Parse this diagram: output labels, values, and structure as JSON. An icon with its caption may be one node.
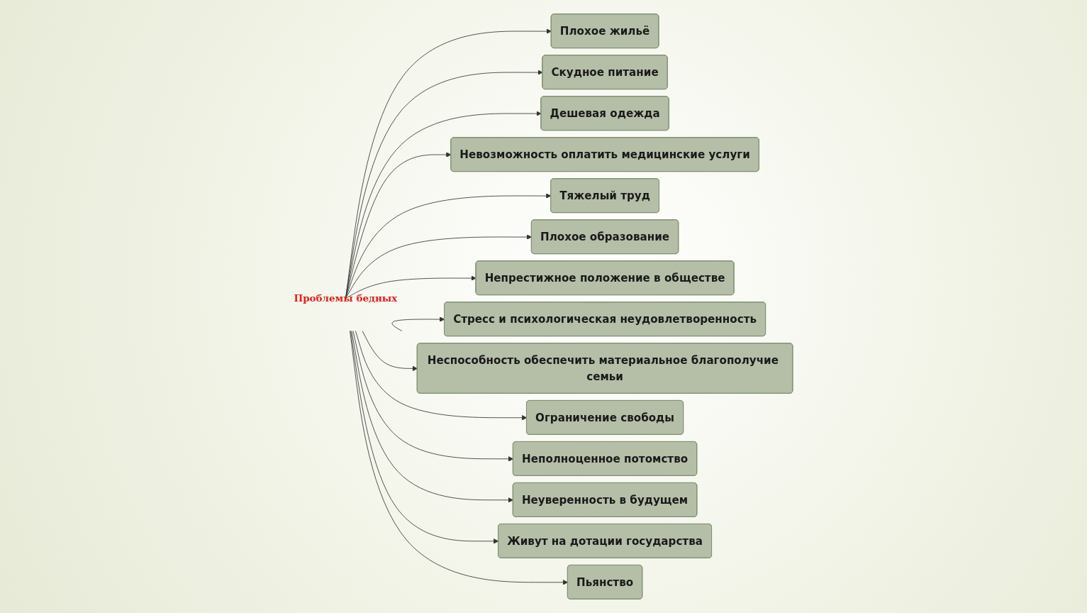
{
  "diagram": {
    "nodes": [
      {
        "text": [
          "Проблемы бедных"
        ]
      },
      {
        "text": [
          "Плохое жильё"
        ]
      },
      {
        "text": [
          "Скудное питание"
        ]
      },
      {
        "text": [
          "Дешевая одежда"
        ]
      },
      {
        "text": [
          "Невозможность оплатить медицинские услуги"
        ]
      },
      {
        "text": [
          "Тяжелый труд"
        ]
      },
      {
        "text": [
          "Плохое образование"
        ]
      },
      {
        "text": [
          "Непрестижное положение в обществе"
        ]
      },
      {
        "text": [
          "Стресс и психологическая неудовлетворенность"
        ]
      },
      {
        "text": [
          "Неспособность обеспечить материальное благополучие семьи"
        ]
      },
      {
        "text": [
          "Ограничение свободы"
        ]
      },
      {
        "text": [
          "Неполноценное потомство"
        ]
      },
      {
        "text": [
          "Неуверенность в будущем"
        ]
      },
      {
        "text": [
          "Живут на дотации государства"
        ]
      },
      {
        "text": [
          "Пьянство"
        ]
      }
    ],
    "edges": [
      {
        "from": 0,
        "to": 1,
        "arrow": "to"
      },
      {
        "from": 0,
        "to": 2,
        "arrow": "to"
      },
      {
        "from": 0,
        "to": 3,
        "arrow": "to"
      },
      {
        "from": 0,
        "to": 4,
        "arrow": "to"
      },
      {
        "from": 0,
        "to": 5,
        "arrow": "to"
      },
      {
        "from": 0,
        "to": 6,
        "arrow": "to"
      },
      {
        "from": 0,
        "to": 7,
        "arrow": "to"
      },
      {
        "from": 0,
        "to": 8,
        "arrow": "to"
      },
      {
        "from": 0,
        "to": 9,
        "arrow": "to"
      },
      {
        "from": 0,
        "to": 10,
        "arrow": "to"
      },
      {
        "from": 0,
        "to": 11,
        "arrow": "to"
      },
      {
        "from": 0,
        "to": 12,
        "arrow": "to"
      },
      {
        "from": 0,
        "to": 13,
        "arrow": "to"
      },
      {
        "from": 0,
        "to": 14,
        "arrow": "to"
      }
    ]
  }
}
